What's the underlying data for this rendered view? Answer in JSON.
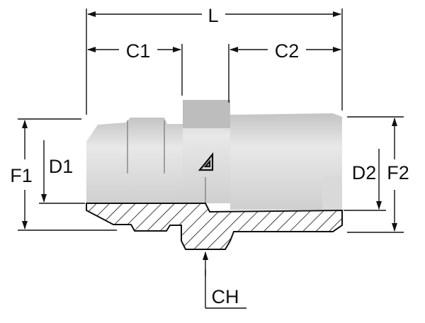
{
  "diagram": {
    "labels": {
      "overall_length": "L",
      "c1": "C1",
      "c2": "C2",
      "f1": "F1",
      "d1": "D1",
      "d2": "D2",
      "f2": "F2",
      "hex": "CH"
    },
    "colors": {
      "body": "#d6d6d6",
      "body_shade": "#b8b8b8",
      "line": "#111111"
    }
  }
}
